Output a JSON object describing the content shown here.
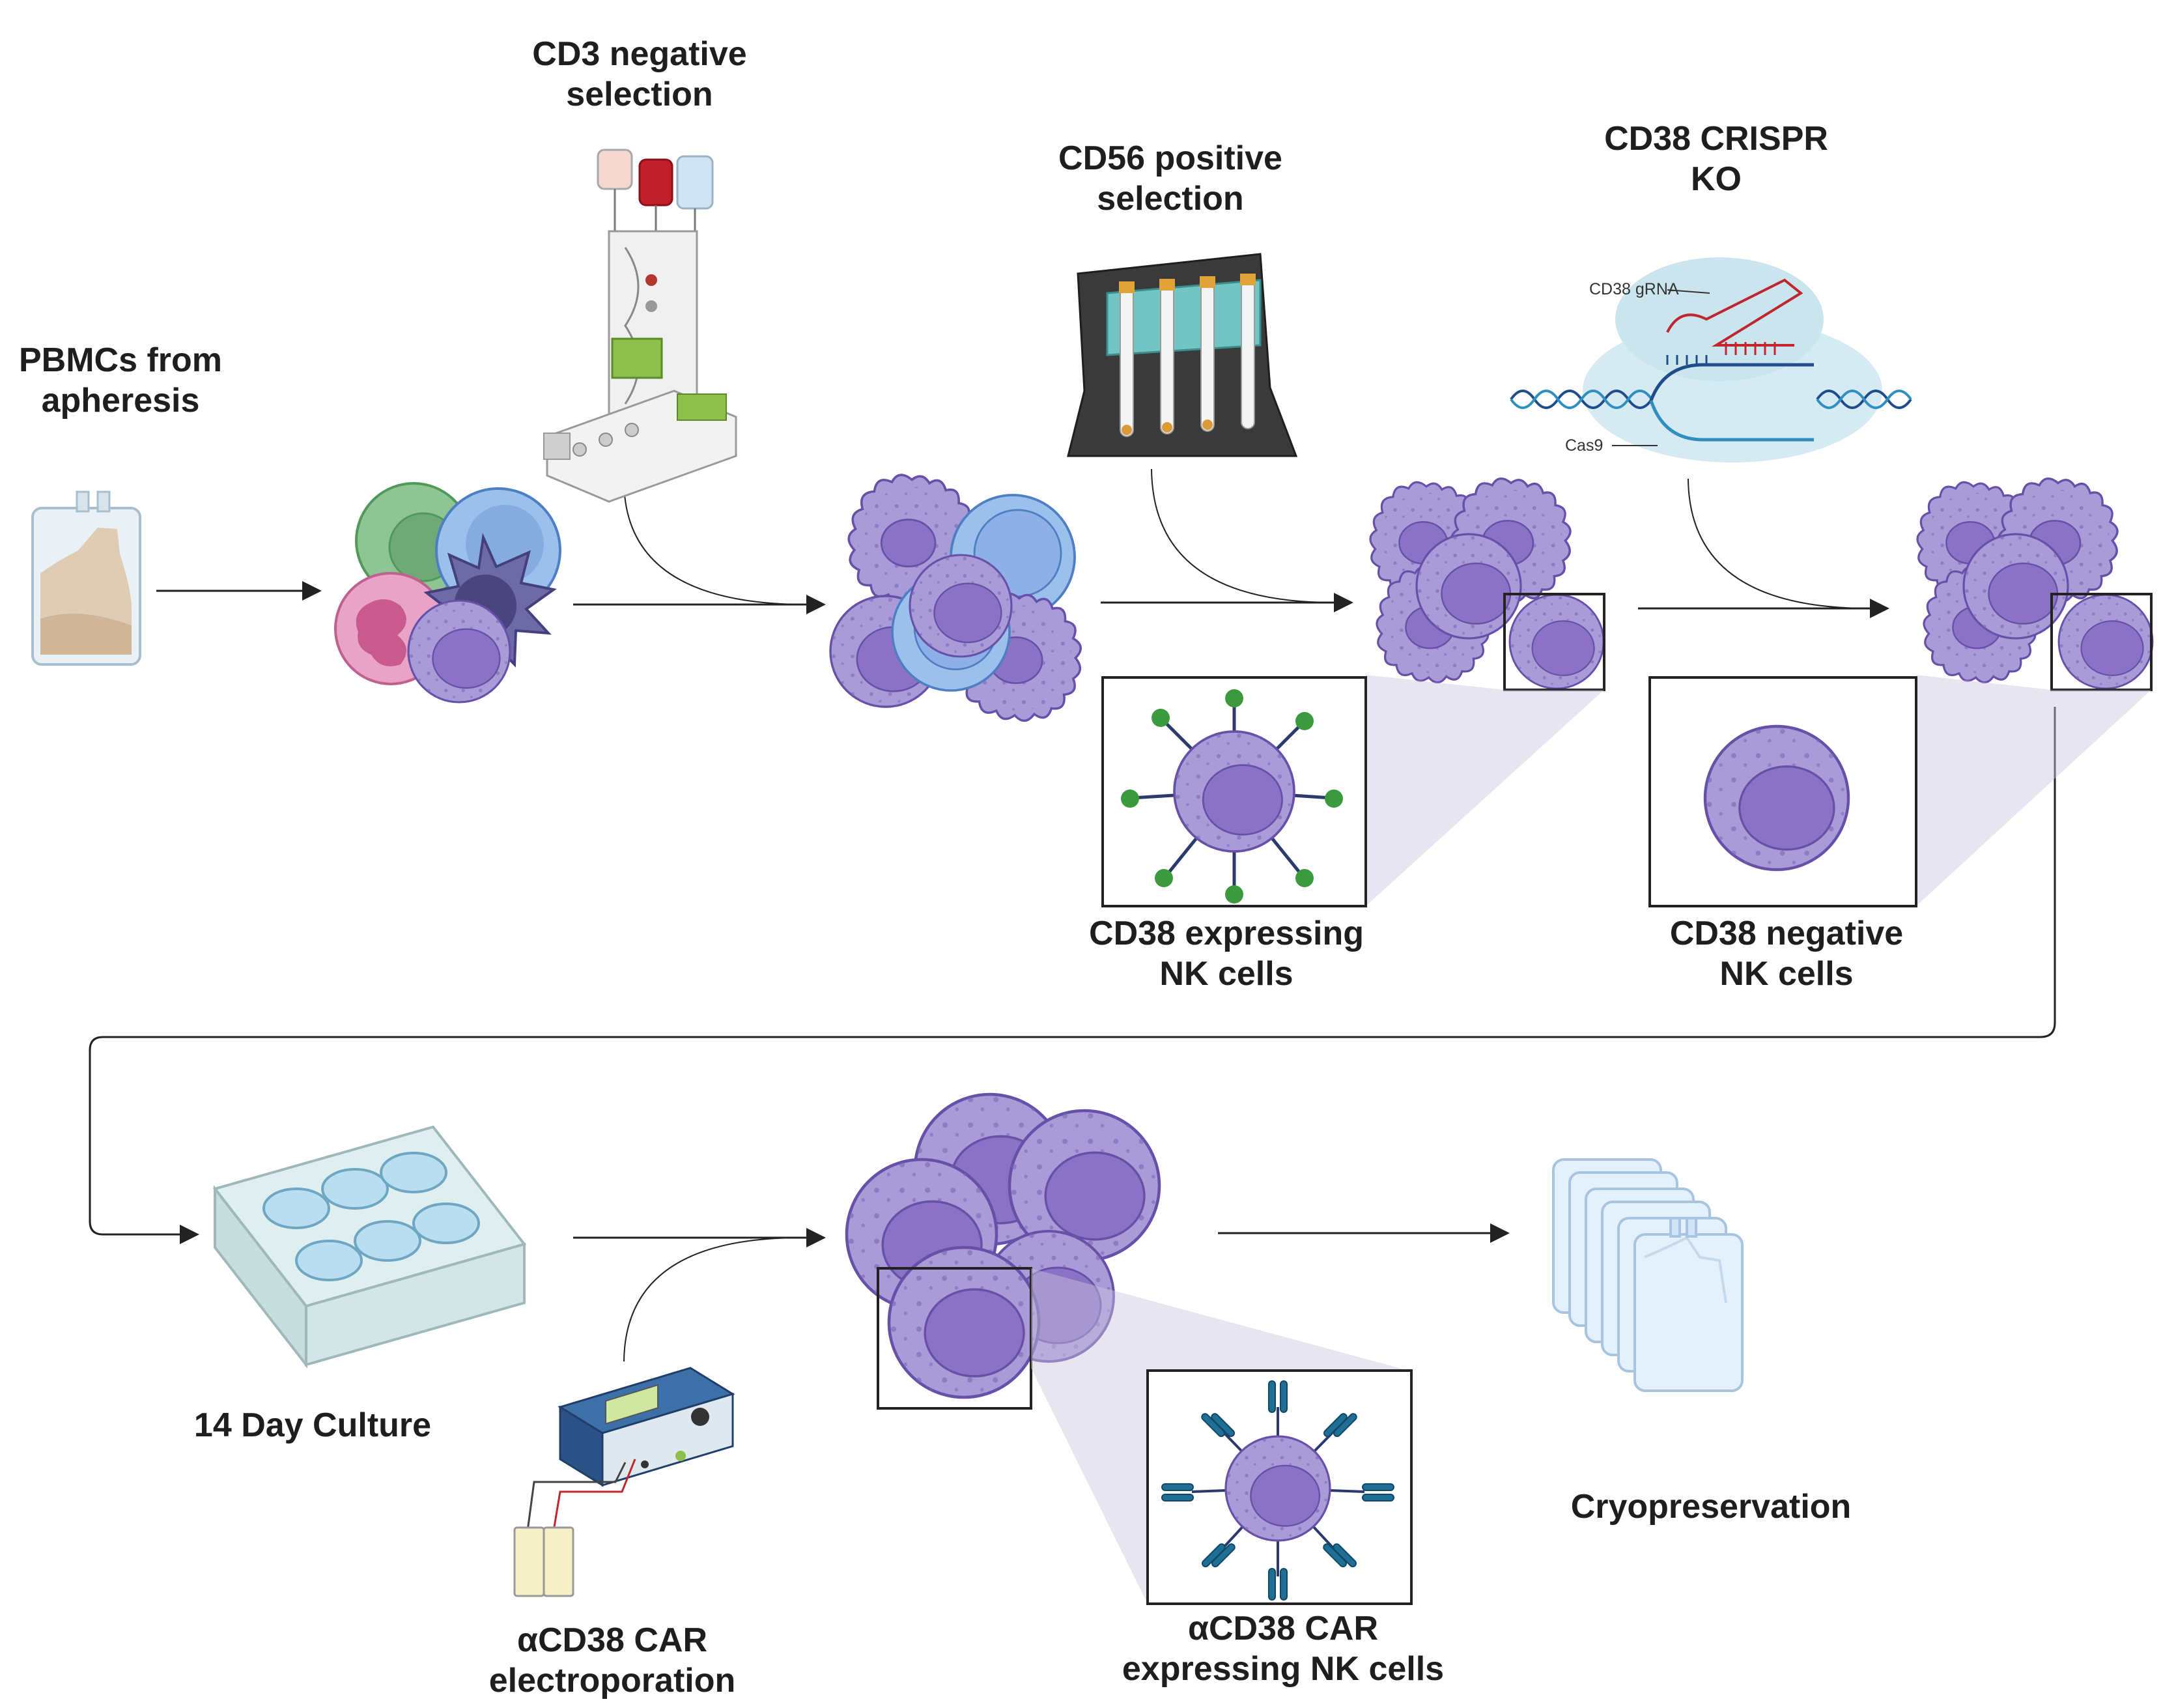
{
  "labels": {
    "pbmc_line1": "PBMCs from",
    "pbmc_line2": "apheresis",
    "cd3_line1": "CD3 negative",
    "cd3_line2": "selection",
    "cd56_line1": "CD56 positive",
    "cd56_line2": "selection",
    "crispr_line1": "CD38 CRISPR",
    "crispr_line2": "KO",
    "gRNA": "CD38 gRNA",
    "cas9": "Cas9",
    "cd38exp_line1": "CD38 expressing",
    "cd38exp_line2": "NK cells",
    "cd38neg_line1": "CD38 negative",
    "cd38neg_line2": "NK cells",
    "culture": "14 Day Culture",
    "electro_line1": "αCD38 CAR",
    "electro_line2": "electroporation",
    "car_line1": "αCD38 CAR",
    "car_line2": "expressing NK cells",
    "cryo": "Cryopreservation"
  },
  "colors": {
    "nk_cell": "#a99ad8",
    "nk_nucleus": "#8a72c4",
    "b_cell": "#9cc0ec",
    "monocyte": "#8fc495",
    "neutrophil": "#e8a3c6",
    "dendritic": "#6e6aa8",
    "marker_green": "#3c9a3e",
    "car_blue": "#1f6e96",
    "arrow": "#222222"
  }
}
